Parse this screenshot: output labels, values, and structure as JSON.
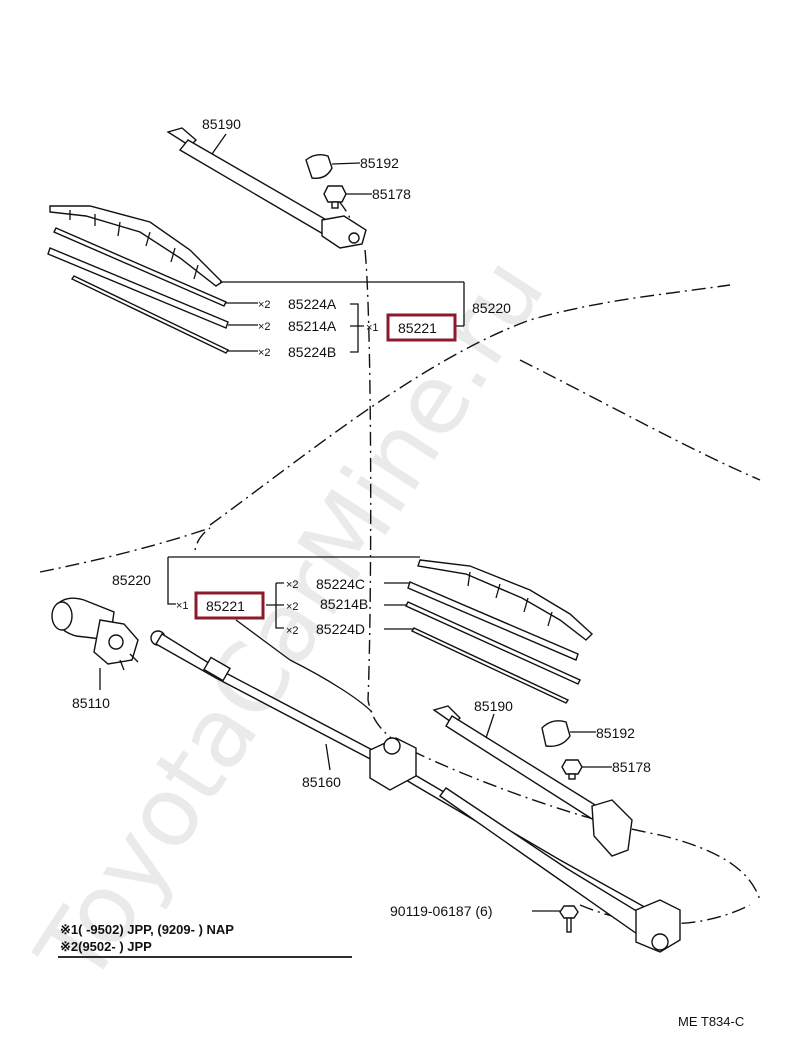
{
  "watermark": "ToyotaCarMine.ru",
  "labels": {
    "upper_arm": "85190",
    "upper_cap": "85192",
    "upper_nut": "85178",
    "upper_blade": "85220",
    "upper_rubber": "85221",
    "upper_a": "85224A",
    "upper_b": "85214A",
    "upper_c": "85224B",
    "lower_blade": "85220",
    "lower_rubber": "85221",
    "lower_a": "85224C",
    "lower_b": "85214B",
    "lower_c": "85224D",
    "motor": "85110",
    "link": "85160",
    "lower_arm": "85190",
    "lower_cap": "85192",
    "lower_nut": "85178",
    "bolt": "90119-06187 (6)"
  },
  "marks": {
    "x1": "×1",
    "x2": "×2"
  },
  "notes": {
    "note1": "※1(        -9502) JPP, (9209-         ) NAP",
    "note2": "※2(9502-         ) JPP"
  },
  "footer": "ME  T834-C",
  "colors": {
    "highlight": "#8b1a2b",
    "line": "#111111"
  }
}
